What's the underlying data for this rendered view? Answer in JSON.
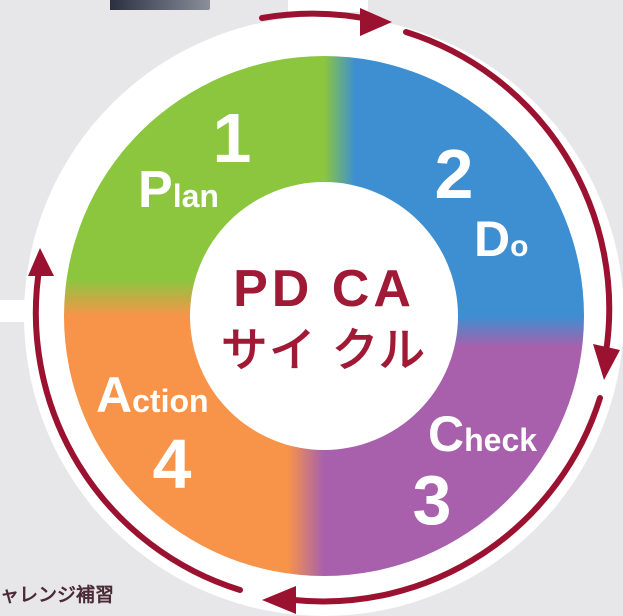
{
  "diagram": {
    "center": {
      "line1": "PD CA",
      "line2": "サイ クル"
    },
    "quadrants": [
      {
        "number": "1",
        "label_first": "P",
        "label_rest": "lan",
        "color": "#8cc63f"
      },
      {
        "number": "2",
        "label_first": "D",
        "label_rest": "o",
        "color": "#3d8fd1"
      },
      {
        "number": "3",
        "label_first": "C",
        "label_rest": "heck",
        "color": "#a860ac"
      },
      {
        "number": "4",
        "label_first": "A",
        "label_rest": "ction",
        "color": "#f7944a"
      }
    ],
    "arrow_color": "#9b1230",
    "center_text_color": "#a01a36"
  },
  "footer": {
    "text": "ャレンジ補習"
  }
}
